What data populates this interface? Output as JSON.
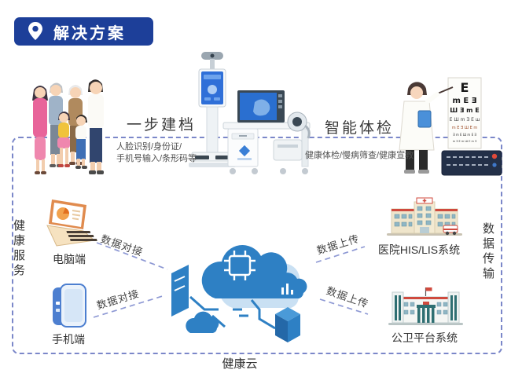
{
  "badge": {
    "label": "解决方案",
    "icon": "location-pin-icon"
  },
  "flow_top": {
    "register": {
      "title": "一步建档",
      "caption_line1": "人脸识别/身份证/",
      "caption_line2": "手机号输入/条形码等"
    },
    "exam": {
      "title": "智能体检",
      "caption": "健康体检/慢病筛查/健康宣教"
    }
  },
  "side_labels": {
    "left": "健康服务",
    "right": "数据传输"
  },
  "nodes": {
    "pc": {
      "label": "电脑端",
      "icon": "laptop-icon"
    },
    "phone": {
      "label": "手机端",
      "icon": "smartphone-icon"
    },
    "cloud": {
      "label": "健康云",
      "icon": "health-cloud-illustration"
    },
    "hospital": {
      "label": "医院HIS/LIS系统",
      "icon": "hospital-building-icon"
    },
    "platform": {
      "label": "公卫平台系统",
      "icon": "government-building-icon"
    }
  },
  "connections": {
    "pc_to_cloud": {
      "label": "数据对接"
    },
    "phone_to_cloud": {
      "label": "数据对接"
    },
    "cloud_to_hospital": {
      "label": "数据上传"
    },
    "cloud_to_platform": {
      "label": "数据上传"
    }
  },
  "colors": {
    "badge_bg": "#1d3f99",
    "dash_border": "#7b87c9",
    "connector": "#8e99d4",
    "cloud_blue": "#2e80c4",
    "title_text": "#3a3a3a",
    "caption_text": "#4f4f4f"
  }
}
